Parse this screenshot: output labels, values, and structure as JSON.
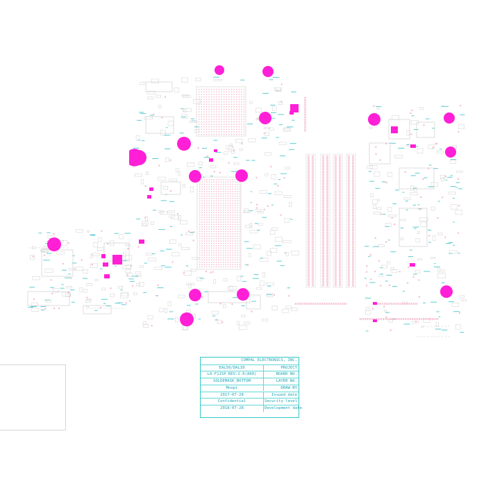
{
  "colors": {
    "copper_pad": "#ff1fd6",
    "silk_cyan": "#27b9c4",
    "part_outline": "#cfcfcf",
    "pin_pink": "#f3b6c8",
    "title_border": "#30c8c8"
  },
  "title_block": {
    "company": "COMPAL ELECTRONICS, INC.",
    "rows": [
      {
        "label": "PROJECT",
        "value": "EAL50/DAL10"
      },
      {
        "label": "BOARD NO.",
        "value": "LA-F115P REV:1.0(A00)"
      },
      {
        "label": "LAYER NO.",
        "value": "SOLDEMASK_BOTTOM"
      },
      {
        "label": "DRAW BY",
        "value": "Moopi"
      },
      {
        "label": "Issued date",
        "value": "2017-07-28"
      },
      {
        "label": "Security level",
        "value": "Confidential"
      },
      {
        "label": "Development date",
        "value": "2018-07-28"
      }
    ]
  }
}
